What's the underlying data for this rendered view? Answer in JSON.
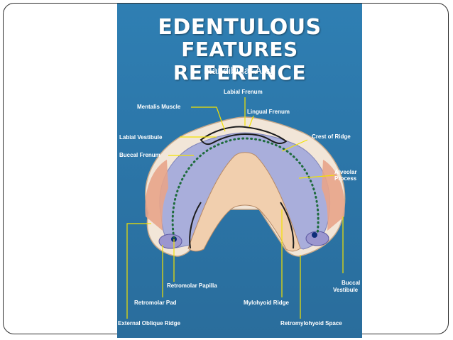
{
  "poster": {
    "title_line1": "EDENTULOUS",
    "title_line2": "FEATURES REFERENCE",
    "subtitle": "Mandibular Arch"
  },
  "labels": {
    "labial_frenum": "Labial Frenum",
    "mentalis_muscle": "Mentalis Muscle",
    "lingual_frenum": "Lingual Frenum",
    "labial_vestibule": "Labial Vestibule",
    "crest_of_ridge": "Crest of Ridge",
    "buccal_frenum": "Buccal Frenum",
    "alveolar_line1": "Alveolar",
    "alveolar_line2": "Process",
    "retromolar_papilla": "Retromolar Papilla",
    "buccal_vestibule_line1": "Buccal",
    "buccal_vestibule_line2": "Vestibule",
    "retromolar_pad": "Retromolar Pad",
    "mylohyoid_ridge": "Mylohyoid Ridge",
    "external_oblique_ridge": "External Oblique Ridge",
    "retromylohyoid_space": "Retromylohyoid Space"
  },
  "colors": {
    "poster_blue": "#2f7fb3",
    "leader_line": "#f2e200",
    "gingiva": "#f2e6d8",
    "ridge_lavender": "#a9aedb",
    "tongue_space": "#f1cfae",
    "dots": "#1e6b3c"
  }
}
